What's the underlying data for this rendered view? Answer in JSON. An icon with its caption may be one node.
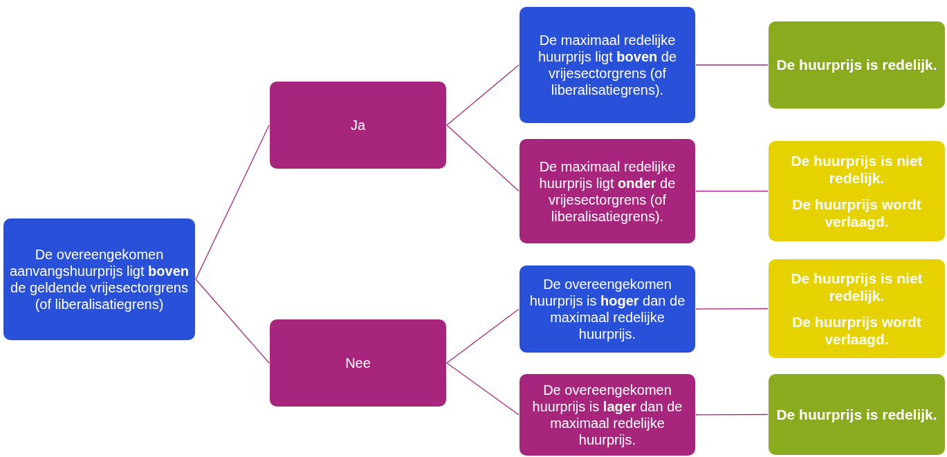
{
  "diagram": {
    "nodes": [
      {
        "text": [
          "De overeengekomen aanvangshuurprijs ligt **boven** de geldende vrijesectorgrens (of liberalisatiegrens)"
        ]
      },
      {
        "text": [
          "Ja"
        ]
      },
      {
        "text": [
          "Nee"
        ]
      },
      {
        "text": [
          "De maximaal redelijke huurprijs ligt **boven** de vrijesectorgrens (of liberalisatiegrens)."
        ]
      },
      {
        "text": [
          "De maximaal redelijke huurprijs ligt **onder** de vrijesectorgrens (of liberalisatiegrens)."
        ]
      },
      {
        "text": [
          "De overeengekomen huurprijs is **hoger** dan de maximaal redelijke huurprijs."
        ]
      },
      {
        "text": [
          "De overeengekomen huurprijs is **lager** dan de maximaal redelijke huurprijs."
        ]
      },
      {
        "text": [
          "De huurprijs is redelijk."
        ]
      },
      {
        "text": [
          "De huurprijs is niet redelijk.",
          "De huurprijs wordt verlaagd."
        ]
      },
      {
        "text": [
          "De huurprijs is niet redelijk.",
          "De huurprijs wordt verlaagd."
        ]
      },
      {
        "text": [
          "De huurprijs is redelijk."
        ]
      }
    ],
    "edges": [
      {
        "from": 0,
        "to": 1,
        "arrow": "none"
      },
      {
        "from": 0,
        "to": 2,
        "arrow": "none"
      },
      {
        "from": 1,
        "to": 3,
        "arrow": "none"
      },
      {
        "from": 1,
        "to": 4,
        "arrow": "none"
      },
      {
        "from": 2,
        "to": 5,
        "arrow": "none"
      },
      {
        "from": 2,
        "to": 6,
        "arrow": "none"
      },
      {
        "from": 3,
        "to": 7,
        "arrow": "none"
      },
      {
        "from": 4,
        "to": 8,
        "arrow": "none"
      },
      {
        "from": 5,
        "to": 9,
        "arrow": "none"
      },
      {
        "from": 6,
        "to": 10,
        "arrow": "none"
      }
    ]
  }
}
